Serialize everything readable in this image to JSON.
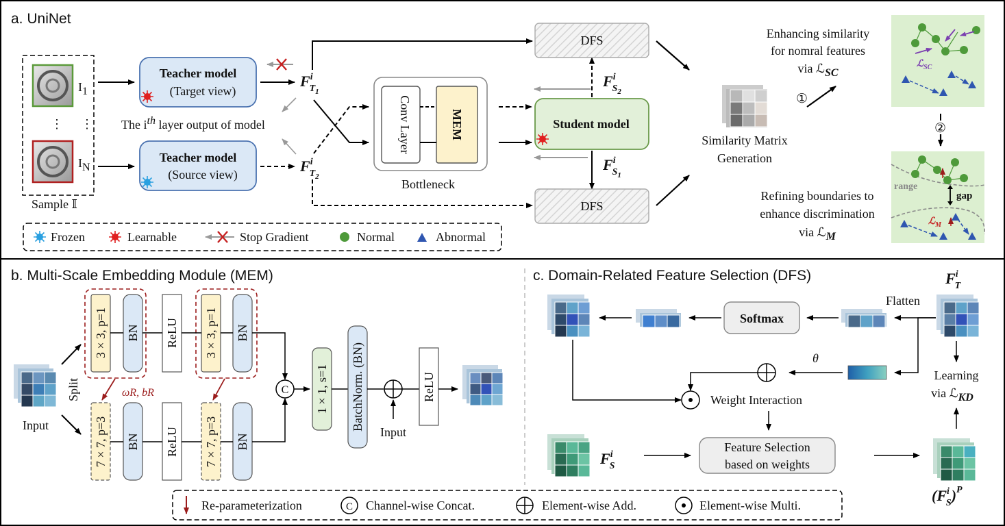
{
  "sections": {
    "a_title": "a. UniNet",
    "b_title": "b. Multi-Scale Embedding Module (MEM)",
    "c_title": "c. Domain-Related Feature Selection (DFS)"
  },
  "uninet": {
    "sample_label": "Sample 𝕀",
    "img1_label": "I",
    "img1_sub": "1",
    "imgN_label": "I",
    "imgN_sub": "N",
    "dots_v": "⋮",
    "teacher_target_title": "Teacher model",
    "teacher_target_sub": "(Target view)",
    "teacher_source_title": "Teacher model",
    "teacher_source_sub": "(Source view)",
    "layer_caption_pre": "The i",
    "layer_caption_sup": "th",
    "layer_caption_post": " layer output of model",
    "ft1_main": "F",
    "ft1_sup": "i",
    "ft1_sub": "T",
    "ft1_subsub": "1",
    "ft2_main": "F",
    "ft2_sup": "i",
    "ft2_sub": "T",
    "ft2_subsub": "2",
    "conv_label": "Conv Layer",
    "mem_label": "MEM",
    "bottleneck_label": "Bottleneck",
    "student_label": "Student model",
    "fs2_main": "F",
    "fs2_sup": "i",
    "fs2_sub": "S",
    "fs2_subsub": "2",
    "fs1_main": "F",
    "fs1_sup": "i",
    "fs1_sub": "S",
    "fs1_subsub": "1",
    "dfs_top": "DFS",
    "dfs_bottom": "DFS",
    "sim_matrix_line1": "Similarity Matrix",
    "sim_matrix_line2": "Generation",
    "step1": "①",
    "step2": "②",
    "enh_line1": "Enhancing similarity",
    "enh_line2": "for nomral features",
    "enh_line3": "via ℒ",
    "enh_line3_sub": "SC",
    "lsc_tag": "ℒ",
    "lsc_tag_sub": "SC",
    "ref_line1": "Refining boundaries to",
    "ref_line2": "enhance discrimination",
    "ref_line3": "via ℒ",
    "ref_line3_sub": "M",
    "range_label": "range",
    "gap_label": "gap",
    "lm_tag": "ℒ",
    "lm_tag_sub": "M"
  },
  "legend_a": {
    "frozen": "Frozen",
    "learnable": "Learnable",
    "stop_gradient": "Stop Gradient",
    "normal": "Normal",
    "abnormal": "Abnormal"
  },
  "mem": {
    "input_label": "Input",
    "split_label": "Split",
    "conv3": "3 × 3, p=1",
    "conv7": "7 × 7, p=3",
    "bn": "BN",
    "relu": "ReLU",
    "reparam_params": "ωR, bR",
    "concat_symbol": "C",
    "conv1": "1 × 1, s=1",
    "batchnorm": "BatchNorm. (BN)",
    "add_input": "Input",
    "relu_out": "ReLU"
  },
  "dfs": {
    "ft_main": "F",
    "ft_sup": "i",
    "ft_sub": "T",
    "flatten": "Flatten",
    "softmax": "Softmax",
    "theta": "θ",
    "weight_interaction": "Weight Interaction",
    "feature_sel_line1": "Feature Selection",
    "feature_sel_line2": "based on weights",
    "fs_main": "F",
    "fs_sup": "i",
    "fs_sub": "S",
    "learning_line1": "Learning",
    "learning_line2": "via ℒ",
    "learning_sub": "KD",
    "fsp_main": "(F",
    "fsp_sup": "i",
    "fsp_sub": "S",
    "fsp_close": ")",
    "fsp_p": "P"
  },
  "legend_b": {
    "reparam": "Re-parameterization",
    "concat": "Channel-wise Concat.",
    "add": "Element-wise Add.",
    "multi": "Element-wise Multi."
  },
  "colors": {
    "teacher_fill": "#dbe8f6",
    "teacher_stroke": "#4a72b0",
    "student_fill": "#e2f0d9",
    "student_stroke": "#6a9a4a",
    "mem_fill": "#fdf2cc",
    "bn_fill": "#dbe8f6",
    "normal": "#4e9a3a",
    "abnormal": "#2f56b0",
    "reparam": "#9b1c1c",
    "panel_green": "#dcefd0"
  }
}
